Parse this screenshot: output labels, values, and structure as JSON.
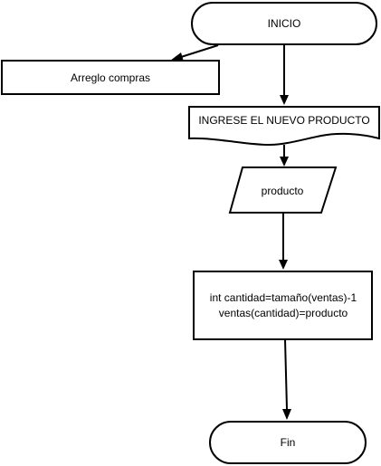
{
  "diagram": {
    "nodes": {
      "start": {
        "label": "INICIO",
        "shape": "terminator"
      },
      "array": {
        "label": "Arreglo compras",
        "shape": "process"
      },
      "prompt": {
        "label": "INGRESE EL NUEVO PRODUCTO",
        "shape": "display-document"
      },
      "input": {
        "label": "producto",
        "shape": "input-output"
      },
      "process": {
        "line1": "int cantidad=tamaño(ventas)-1",
        "line2": "ventas(cantidad)=producto",
        "shape": "process"
      },
      "end": {
        "label": "Fin",
        "shape": "terminator"
      }
    },
    "edges": [
      {
        "from": "start",
        "to": "array"
      },
      {
        "from": "start",
        "to": "prompt"
      },
      {
        "from": "prompt",
        "to": "input"
      },
      {
        "from": "input",
        "to": "process"
      },
      {
        "from": "process",
        "to": "end"
      }
    ],
    "colors": {
      "stroke": "#000000",
      "fill": "#ffffff",
      "text": "#000000"
    }
  }
}
